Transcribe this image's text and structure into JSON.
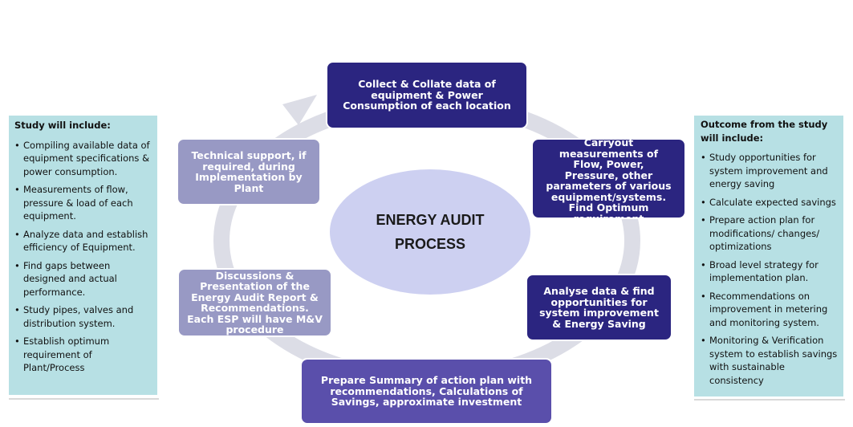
{
  "left_panel": {
    "title": "Study will include:",
    "bullet": "•",
    "items": [
      "Compiling available data of equipment specifications & power consumption.",
      "Measurements of flow, pressure & load of each equipment.",
      "Analyze data and establish efficiency of Equipment.",
      " Find gaps between designed and actual performance.",
      " Study pipes, valves and distribution system.",
      "Establish optimum requirement of Plant/Process"
    ]
  },
  "right_panel": {
    "title": "Outcome from the study will include:",
    "bullet": "•",
    "items": [
      "Study opportunities for system improvement and energy saving",
      "Calculate expected savings",
      "Prepare action plan for modifications/ changes/ optimizations",
      "Broad level strategy for implementation  plan.",
      "Recommendations on improvement in metering and monitoring system.",
      "Monitoring & Verification system to establish savings with sustainable consistency"
    ]
  },
  "center": {
    "title": "ENERGY AUDIT\nPROCESS"
  },
  "cycle_steps": {
    "collect": "Collect & Collate data of\nequipment & Power\nConsumption of each location",
    "measure": "Carryout\nmeasurements of\nFlow, Power,\nPressure, other\nparameters of various\nequipment/systems.\nFind Optimum\nrequirement",
    "analyse": "Analyse data & find\nopportunities for\nsystem improvement\n& Energy Saving",
    "summary": "Prepare Summary of action plan with\nrecommendations, Calculations of\nSavings, approximate investment",
    "discuss": "Discussions &\nPresentation of the\nEnergy Audit Report &\nRecommendations.\nEach ESP will have M&V\nprocedure",
    "support": "Technical support, if\nrequired, during\nImplementation by\nPlant"
  },
  "colors": {
    "panel_bg": "#b7e0e4",
    "node_dark": "#2b2580",
    "node_mid": "#5a4fab",
    "node_pale": "#9899c4",
    "center_fill": "#cdd0f1",
    "ring": "#dcdde6"
  }
}
